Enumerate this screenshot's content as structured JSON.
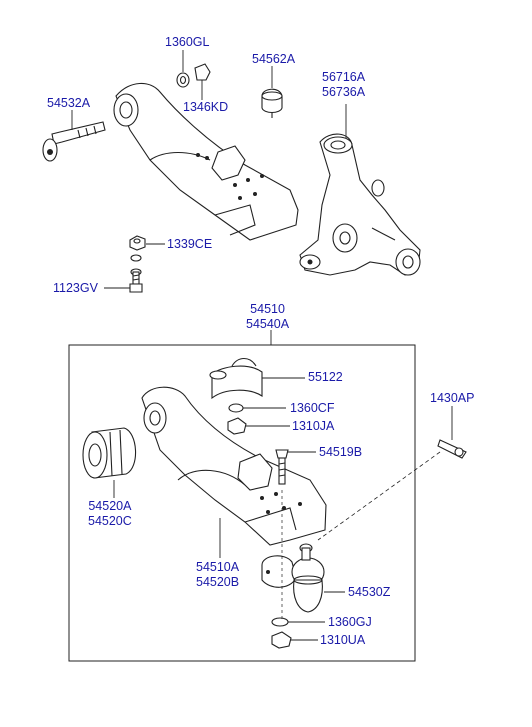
{
  "colors": {
    "label": "#1a1aa8",
    "line": "#222222",
    "background": "#ffffff"
  },
  "labels": {
    "p1360GL": "1360GL",
    "p1346KD": "1346KD",
    "p54562A": "54562A",
    "p56716A": "56716A",
    "p56736A": "56736A",
    "p54532A": "54532A",
    "p1339CE": "1339CE",
    "p1123GV": "1123GV",
    "p54510": "54510",
    "p54540A": "54540A",
    "p55122": "55122",
    "p1360CF": "1360CF",
    "p1310JA": "1310JA",
    "p1430AP": "1430AP",
    "p54519B": "54519B",
    "p54520A": "54520A",
    "p54520C": "54520C",
    "p54510A": "54510A",
    "p54520B": "54520B",
    "p54530Z": "54530Z",
    "p1360GJ": "1360GJ",
    "p1310UA": "1310UA"
  }
}
